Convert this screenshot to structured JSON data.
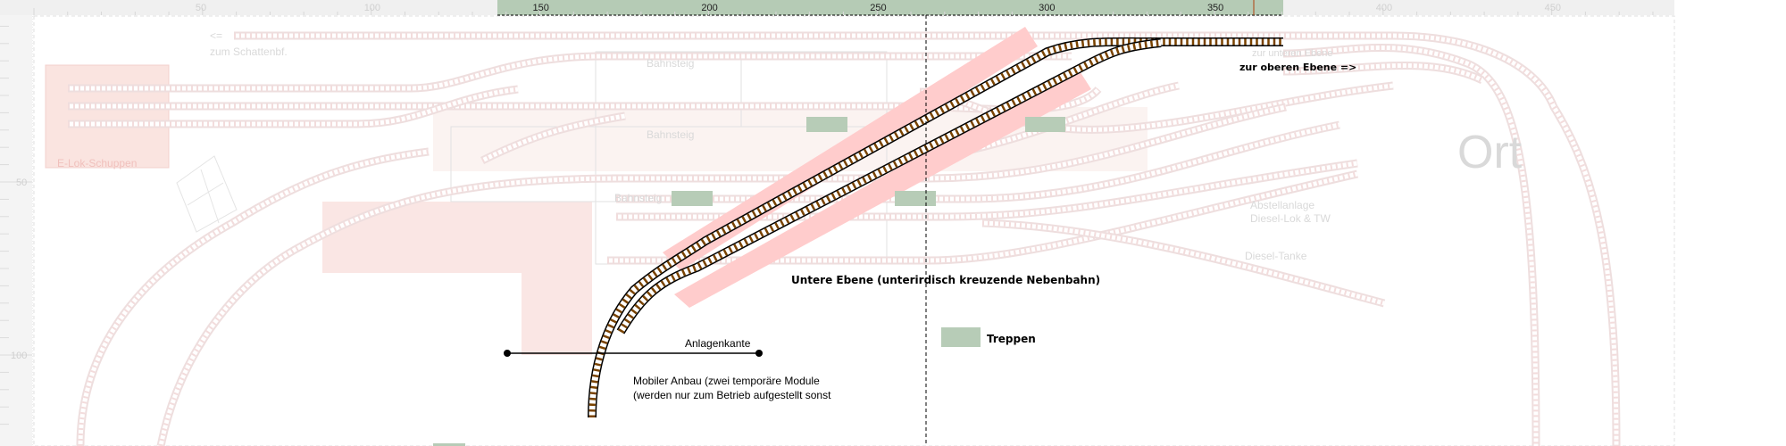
{
  "ruler": {
    "top_ticks": [
      "50",
      "100",
      "150",
      "200",
      "250",
      "300",
      "350",
      "400",
      "450"
    ],
    "top_tick_values": [
      50,
      100,
      150,
      200,
      250,
      300,
      350,
      400,
      450
    ],
    "left_ticks": [
      "50",
      "100"
    ],
    "left_tick_values": [
      50,
      100
    ]
  },
  "colors": {
    "ruler_highlight": "#b5cbb5",
    "stairs": "#b7ccb7",
    "underground_band": "#ffcccc",
    "building": "#fae6e4",
    "track_sleeper": "#7a4300"
  },
  "faded_labels": {
    "back_arrow": "<=",
    "shadow_station": "zum Schattenbf.",
    "loco_shed": "E-Lok-Schuppen",
    "platform_1": "Bahnsteig",
    "platform_2": "Bahnsteig",
    "platform_3": "Bahnsteig",
    "to_lower_level": "zur unteren Ebene",
    "town": "Ort",
    "siding_1": "Abstellanlage",
    "siding_2": "Diesel-Lok & TW",
    "fuel": "Diesel-Tanke"
  },
  "labels": {
    "to_upper_level": "zur oberen Ebene =>",
    "lower_level": "Untere Ebene (unterirdisch kreuzende Nebenbahn)",
    "stairs_legend": "Treppen",
    "layout_edge": "Anlagenkante",
    "mobile_1": "Mobiler Anbau (zwei temporäre Module",
    "mobile_2": "(werden nur zum Betrieb aufgestellt sonst"
  }
}
